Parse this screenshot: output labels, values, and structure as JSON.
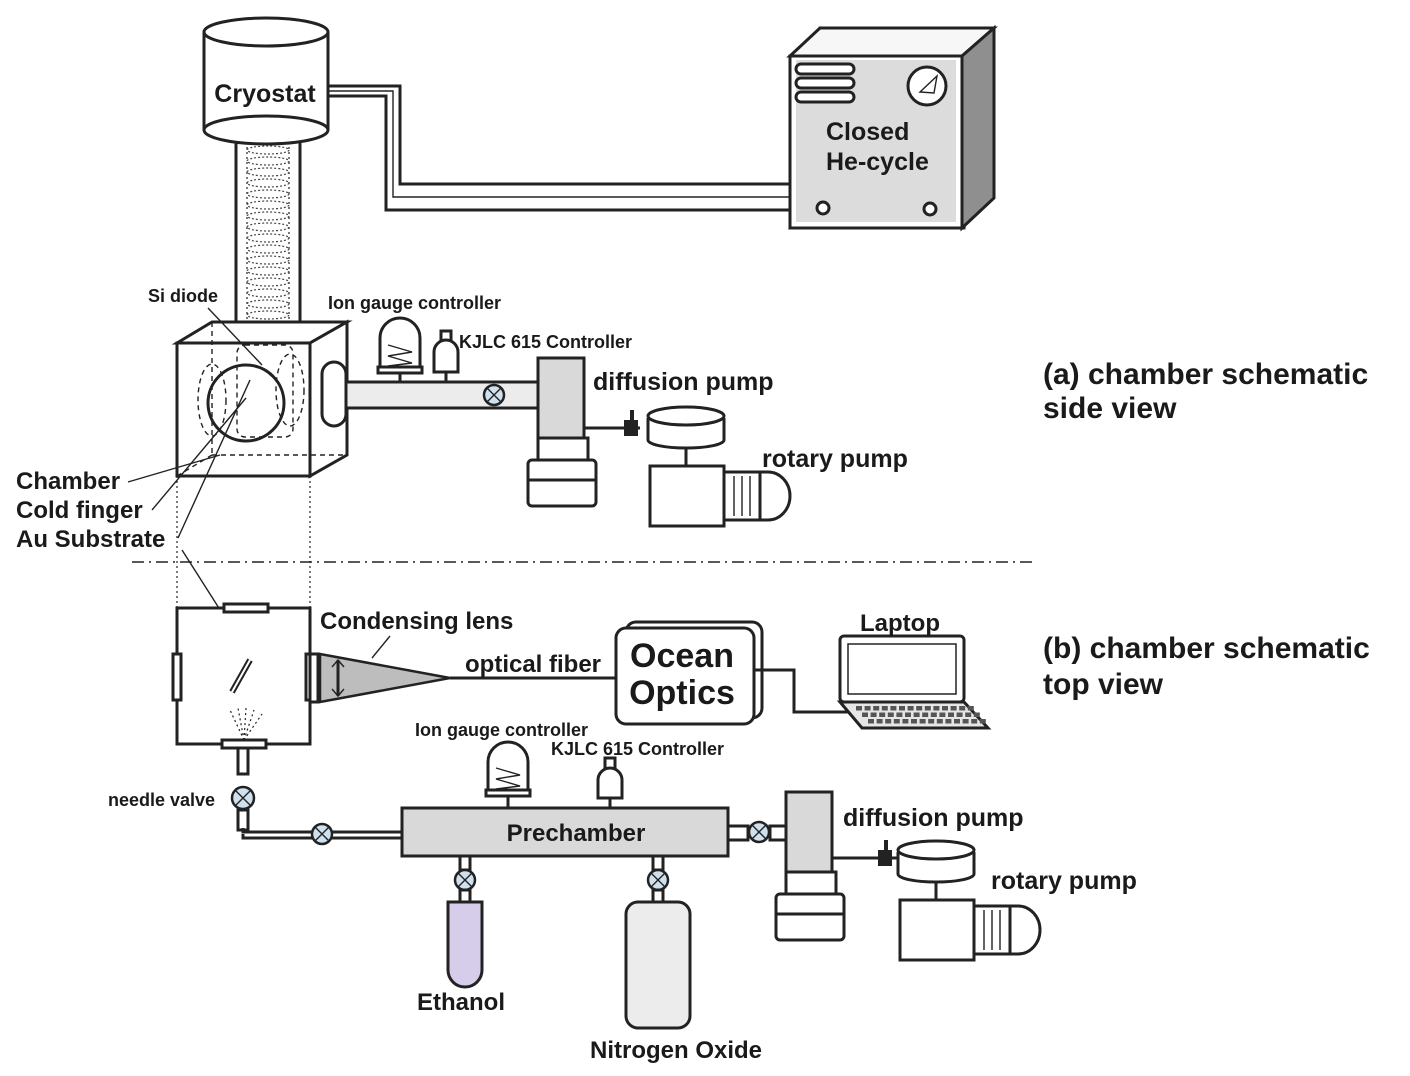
{
  "colors": {
    "line": "#222222",
    "component_fill": "#d9d9d9",
    "light_fill": "#ececec",
    "ethanol_fill": "#d6cdea",
    "box_dark": "#b0b0b0"
  },
  "side_view": {
    "caption_line1": "(a) chamber schematic",
    "caption_line2": "side view",
    "cryostat": "Cryostat",
    "he_cycle_line1": "Closed",
    "he_cycle_line2": "He-cycle",
    "si_diode": "Si diode",
    "ion_gauge": "Ion gauge controller",
    "kjlc": "KJLC 615 Controller",
    "diffusion_pump": "diffusion pump",
    "rotary_pump": "rotary pump",
    "chamber": "Chamber",
    "cold_finger": "Cold finger",
    "au_substrate": "Au Substrate"
  },
  "top_view": {
    "caption_line1": "(b) chamber schematic",
    "caption_line2": "top view",
    "condensing_lens": "Condensing lens",
    "optical_fiber": "optical fiber",
    "ocean_line1": "Ocean",
    "ocean_line2": "Optics",
    "laptop": "Laptop",
    "ion_gauge": "Ion gauge controller",
    "kjlc": "KJLC 615 Controller",
    "needle_valve": "needle valve",
    "prechamber": "Prechamber",
    "diffusion_pump": "diffusion pump",
    "rotary_pump": "rotary pump",
    "ethanol": "Ethanol",
    "nitrogen_oxide": "Nitrogen Oxide"
  },
  "icons": [
    "valve-icon",
    "gauge-icon",
    "pump-icon",
    "laptop-icon",
    "lens-icon"
  ]
}
